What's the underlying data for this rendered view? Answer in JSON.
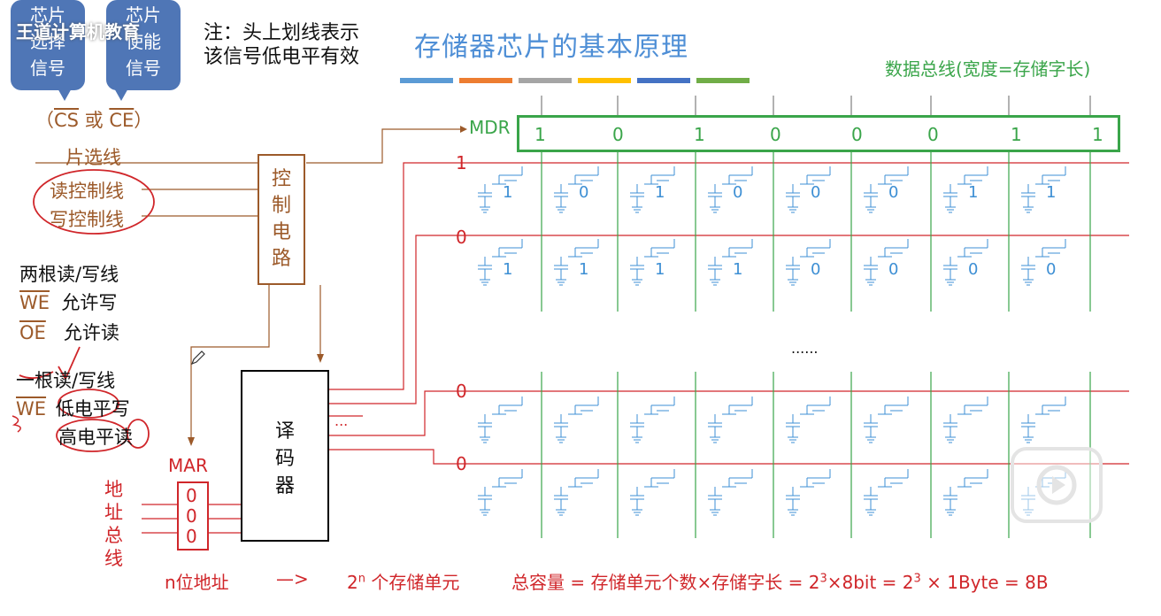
{
  "watermark": "王道计算机教育",
  "callouts": {
    "chip_select": "芯片选择信号",
    "chip_enable": "芯片使能信号"
  },
  "cs_ce_label": {
    "open": "（",
    "cs": "CS",
    "or": " 或 ",
    "ce": "CE",
    "close": "）"
  },
  "note": {
    "line1": "注：头上划线表示",
    "line2": "该信号低电平有效"
  },
  "title": "存储器芯片的基本原理",
  "data_bus_label": "数据总线(宽度=存储字长)",
  "legend_colors": [
    "#5b9bd5",
    "#ed7d31",
    "#a5a5a5",
    "#ffc000",
    "#4472c4",
    "#70ad47"
  ],
  "control_lines": {
    "chip_select": "片选线",
    "read_control": "读控制线",
    "write_control": "写控制线"
  },
  "control_circuit": [
    "控",
    "制",
    "电",
    "路"
  ],
  "decoder": [
    "译",
    "码",
    "器"
  ],
  "mdr": {
    "label": "MDR",
    "bits": [
      "1",
      "0",
      "1",
      "0",
      "0",
      "0",
      "1",
      "1"
    ]
  },
  "mar": {
    "label": "MAR",
    "bits": [
      "0",
      "0",
      "0"
    ]
  },
  "address_bus": [
    "地",
    "址",
    "总",
    "线"
  ],
  "rw_two": {
    "title": "两根读/写线",
    "we": "WE",
    "we_desc": "允许写",
    "oe": "OE",
    "oe_desc": "允许读"
  },
  "rw_one": {
    "title": "一根读/写线",
    "we": "WE",
    "low": "低电平写",
    "high": "高电平读"
  },
  "word_values": [
    "1",
    "0",
    "0",
    "0"
  ],
  "cell_bits_row1": [
    "1",
    "0",
    "1",
    "0",
    "0",
    "0",
    "1",
    "1"
  ],
  "cell_bits_row2": [
    "1",
    "1",
    "1",
    "1",
    "0",
    "0",
    "0",
    "0"
  ],
  "ellipsis_middle": "......",
  "decoder_ellipsis": "...",
  "bottom": {
    "n_address": "n位地址",
    "arrow": "—>",
    "units_base": "2",
    "units_exp": "n",
    "units_text": " 个存储单元",
    "capacity_a": "总容量 = 存储单元个数×存储字长 = 2",
    "capacity_exp1": "3",
    "capacity_b": "×8bit = 2",
    "capacity_exp2": "3",
    "capacity_c": " × 1Byte = 8B"
  },
  "colors": {
    "blue_callout": "#4f76b6",
    "brown": "#9c5a2a",
    "red": "#d0262a",
    "green": "#3aa54a",
    "cell_blue": "#3d8fd4",
    "title_blue": "#4f8fd6"
  },
  "icons": {
    "play": "play-icon",
    "pen": "pen-icon"
  }
}
